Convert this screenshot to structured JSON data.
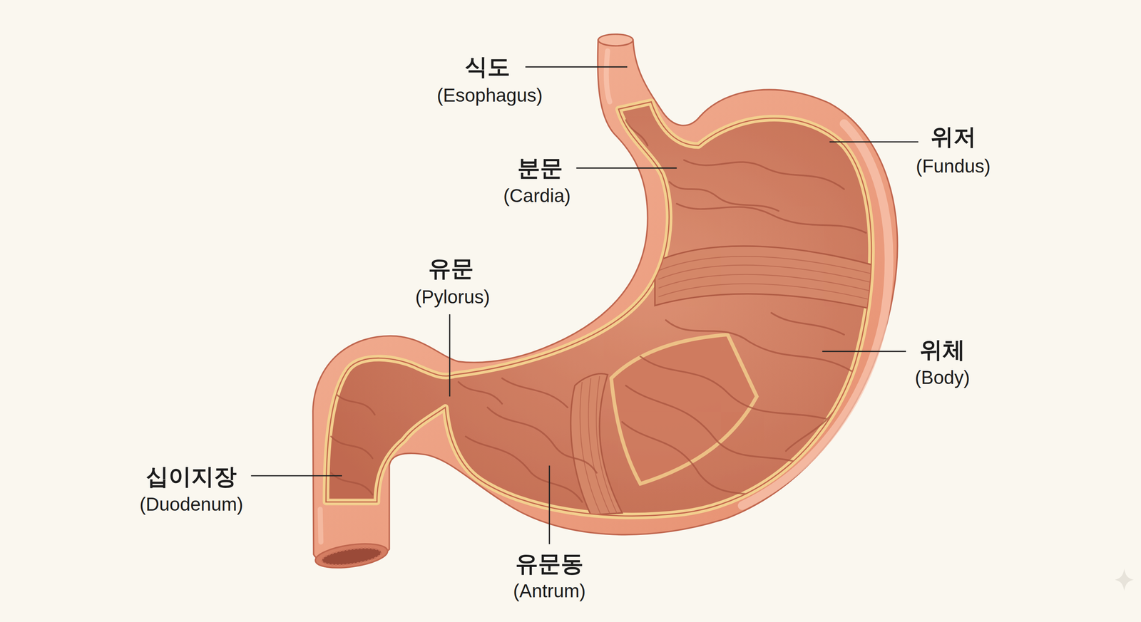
{
  "diagram": {
    "labels": [
      "식도",
      "(Esophagus)",
      "분문",
      "(Cardia)",
      "위저",
      "(Fundus)",
      "위체",
      "(Body)",
      "유문",
      "(Pylorus)",
      "십이지장",
      "(Duodenum)",
      "유문동",
      "(Antrum)"
    ]
  }
}
